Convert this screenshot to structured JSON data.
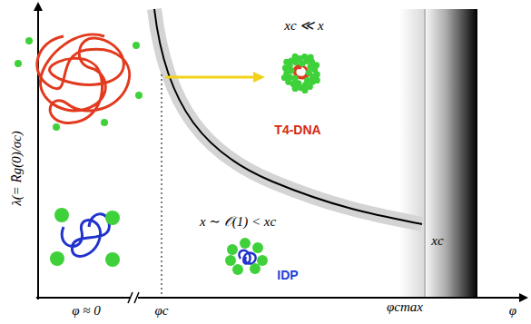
{
  "diagram": {
    "labels": [
      "λ(= R̄g(0)/σc)",
      "xc ≪ x",
      "T4-DNA",
      "x ∼ 𝒪(1) < xc",
      "IDP",
      "xc",
      "φ ≈ 0",
      "φc",
      "φcmax",
      "φ"
    ]
  }
}
